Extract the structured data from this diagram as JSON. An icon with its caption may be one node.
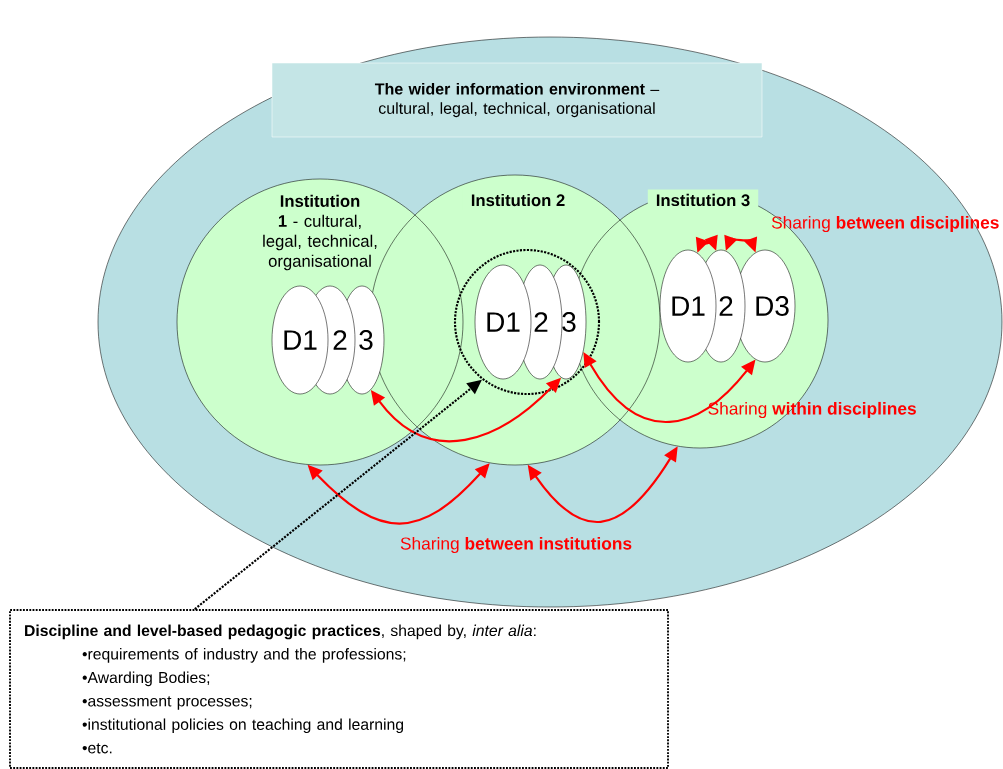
{
  "diagram": {
    "nodes": [
      {
        "text": [],
        "shape": "ellipse"
      },
      {
        "text": [
          "**The wider information environment** – cultural, legal, technical, organisational"
        ],
        "in": 0
      },
      {
        "text": [
          "**Institution 1** - cultural, legal, technical, organisational"
        ],
        "in": 0
      },
      {
        "text": [
          "Institution 2"
        ],
        "in": 0
      },
      {
        "text": [
          "Institution 3"
        ],
        "in": 0
      },
      {
        "text": [
          "D1"
        ],
        "in": 2
      },
      {
        "text": [
          "2"
        ],
        "in": 2
      },
      {
        "text": [
          "3"
        ],
        "in": 2
      },
      {
        "text": [],
        "shape": "circle",
        "in": 3
      },
      {
        "text": [
          "D1"
        ],
        "in": 8
      },
      {
        "text": [
          "2"
        ],
        "in": 8
      },
      {
        "text": [
          "3"
        ],
        "in": 8
      },
      {
        "text": [
          "D1"
        ],
        "in": 4
      },
      {
        "text": [
          "2"
        ],
        "in": 4
      },
      {
        "text": [
          "D3"
        ],
        "in": 4
      },
      {
        "text": [
          "**Discipline and level-based pedagogic practices**, shaped by, *inter alia*:",
          "•requirements of industry and the professions;",
          "•Awarding Bodies;",
          "•assessment processes;",
          "•institutional policies on teaching and learning",
          "•etc."
        ]
      }
    ],
    "edges": [
      {
        "from": 7,
        "to": 11,
        "arrow": "both"
      },
      {
        "from": 11,
        "to": 14,
        "arrow": "both"
      },
      {
        "from": 2,
        "to": 3,
        "arrow": "both"
      },
      {
        "from": 3,
        "to": 4,
        "arrow": "both"
      },
      {
        "from": 12,
        "to": 13,
        "arrow": "both"
      },
      {
        "from": 13,
        "to": 14,
        "arrow": "both"
      },
      {
        "from": 15,
        "to": 8,
        "arrow": "to",
        "style": "dashed",
        "color": "#000000"
      }
    ],
    "labels": [
      "Sharing **between disciplines**",
      "Sharing **within disciplines**",
      "Sharing **between institutions**"
    ]
  }
}
